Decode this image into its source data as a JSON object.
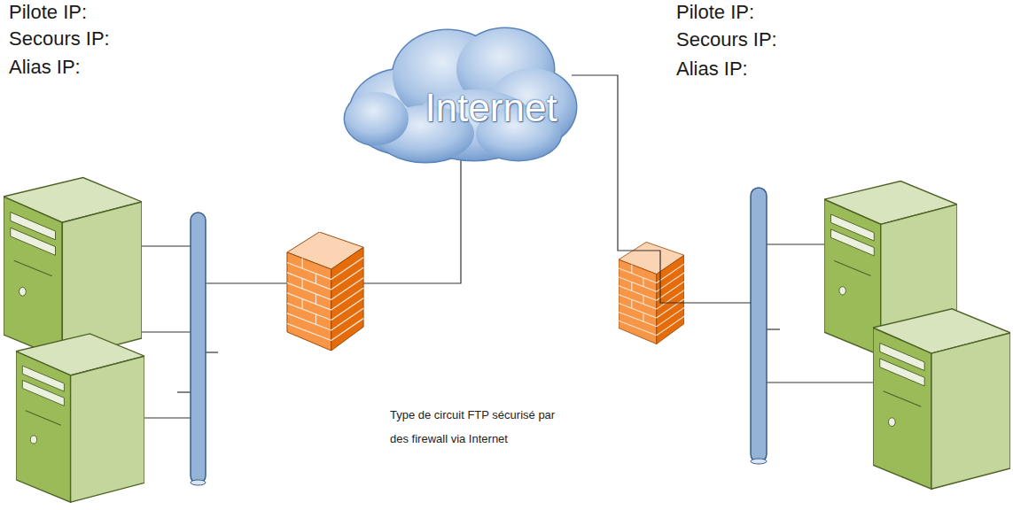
{
  "diagram": {
    "nodes": [
      {
        "text": [
          "Internet"
        ]
      }
    ],
    "labels": [
      "Pilote IP:",
      "Secours IP:",
      "Alias IP:",
      "Pilote IP:",
      "Secours IP:",
      "Alias IP:",
      "Type de circuit FTP sécurisé par des firewall via Internet"
    ]
  }
}
